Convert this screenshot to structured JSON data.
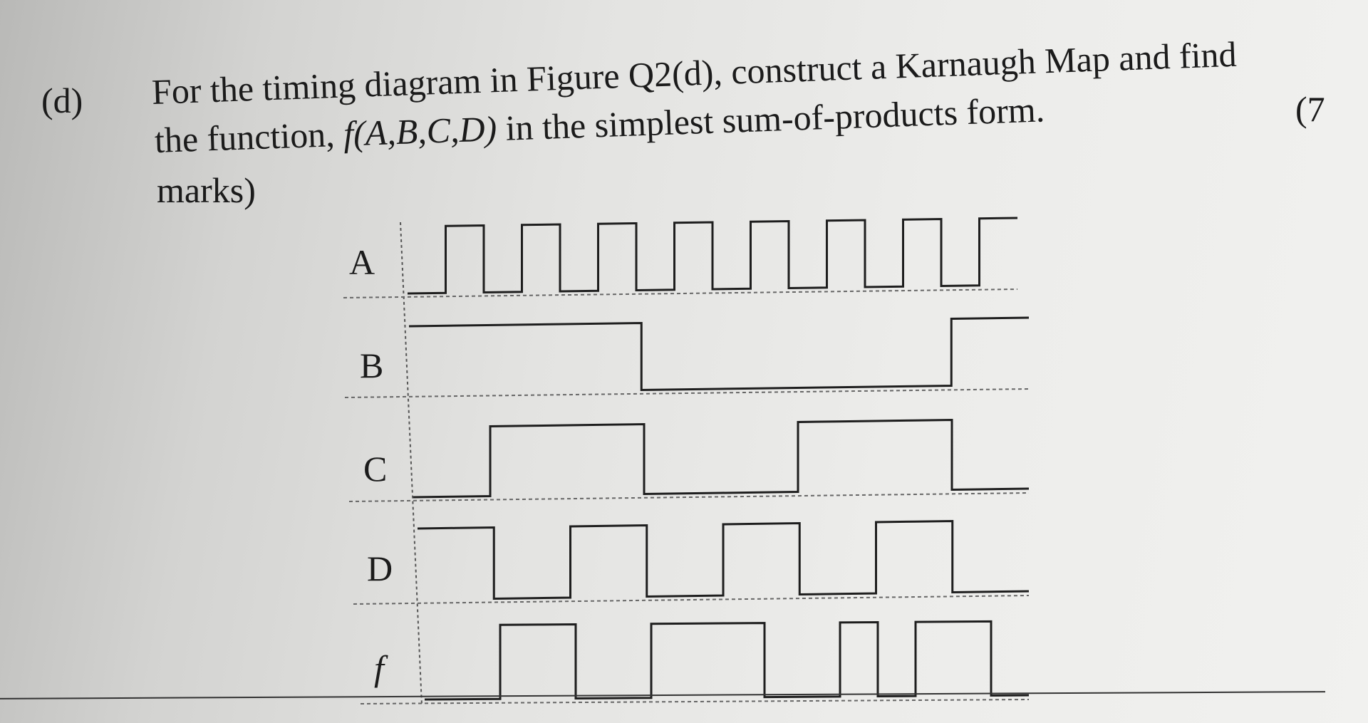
{
  "question": {
    "label": "(d)",
    "line1": "For the timing diagram in Figure Q2(d), construct a Karnaugh Map and find",
    "line2_prefix": "the function, ",
    "line2_function": "f(A,B,C,D)",
    "line2_suffix": " in the simplest sum-of-products form.",
    "marks_open": "(7",
    "marks_close": "marks)"
  },
  "timing_diagram": {
    "signals": [
      {
        "name": "A",
        "levels": [
          0,
          1,
          0,
          1,
          0,
          1,
          0,
          1,
          0,
          1,
          0,
          1,
          0,
          1,
          0,
          1
        ]
      },
      {
        "name": "B",
        "levels": [
          1,
          1,
          1,
          1,
          1,
          1,
          0,
          0,
          0,
          0,
          0,
          0,
          0,
          0,
          1,
          1
        ]
      },
      {
        "name": "C",
        "levels": [
          0,
          0,
          1,
          1,
          1,
          1,
          0,
          0,
          0,
          0,
          1,
          1,
          1,
          1,
          0,
          0
        ]
      },
      {
        "name": "D",
        "levels": [
          1,
          1,
          0,
          0,
          1,
          1,
          0,
          0,
          1,
          1,
          0,
          0,
          1,
          1,
          0,
          0
        ]
      },
      {
        "name": "f",
        "levels": [
          0,
          0,
          1,
          1,
          0,
          0,
          1,
          1,
          1,
          0,
          0,
          1,
          0,
          1,
          1,
          0
        ]
      }
    ]
  }
}
